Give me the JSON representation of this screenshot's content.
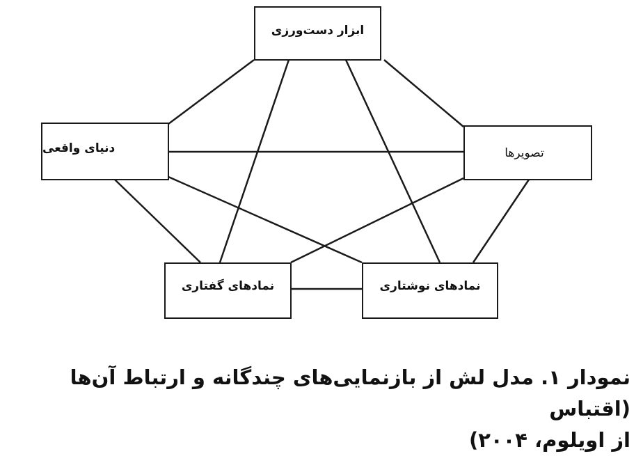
{
  "diagram": {
    "type": "network",
    "nodes": [
      {
        "id": "manipulatives",
        "label": "ابزار دست‌ورزی"
      },
      {
        "id": "real_world",
        "label": "دنیای واقعی"
      },
      {
        "id": "pictures",
        "label": "تصویرها"
      },
      {
        "id": "spoken_symbols",
        "label": "نمادهای گفتاری"
      },
      {
        "id": "written_symbols",
        "label": "نمادهای نوشتاری"
      }
    ],
    "edges": [
      [
        "manipulatives",
        "real_world"
      ],
      [
        "manipulatives",
        "spoken_symbols"
      ],
      [
        "manipulatives",
        "written_symbols"
      ],
      [
        "manipulatives",
        "pictures"
      ],
      [
        "real_world",
        "pictures"
      ],
      [
        "real_world",
        "written_symbols"
      ],
      [
        "real_world",
        "spoken_symbols"
      ],
      [
        "pictures",
        "spoken_symbols"
      ],
      [
        "pictures",
        "written_symbols"
      ],
      [
        "spoken_symbols",
        "written_symbols"
      ]
    ],
    "line_color": "#1a1a1a"
  },
  "caption": {
    "line1": "نمودار ۱. مدل لش از بازنمایی‌های چندگانه و ارتباط آن‌ها (اقتباس",
    "line2": "از اویلوم، ۲۰۰۴)"
  }
}
